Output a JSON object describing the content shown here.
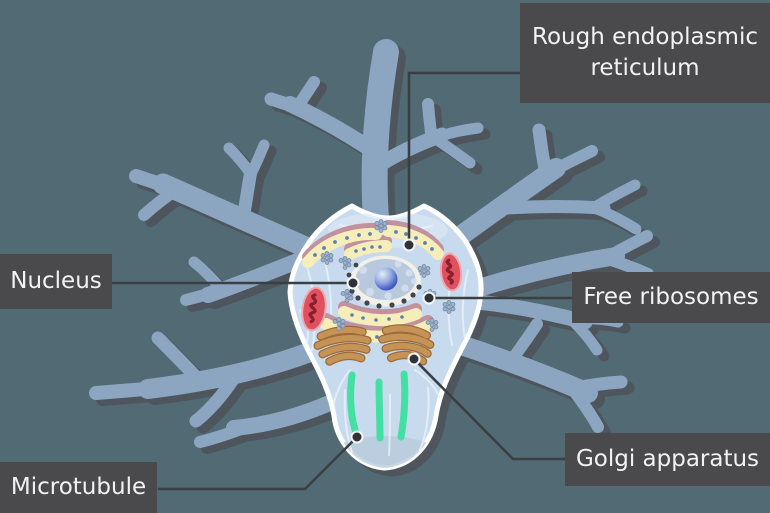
{
  "labels": {
    "rough_er": "Rough endoplasmic reticulum",
    "nucleus": "Nucleus",
    "free_ribosomes": "Free ribosomes",
    "golgi": "Golgi apparatus",
    "microtubule": "Microtubule"
  },
  "colors": {
    "background": "#516a73",
    "label_bg": "#4a4a4c",
    "label_text": "#f2f2f2",
    "dendrite": "#8ca6c1",
    "dendrite_shadow": "#4e555c",
    "soma_fill": "#c8dbee",
    "soma_rim": "#ffffff",
    "nucleus_rim": "#f2f0e9",
    "nucleus_fill": "#b9c9dd",
    "nucleolus": "#3e57b6",
    "er_membrane": "#f6eeb9",
    "er_edge": "#c2919e",
    "ribosome_dot": "#5d7fb2",
    "mitochondrion": "#df515f",
    "mitochondrion_cristae": "#8c1e2d",
    "golgi": "#c69357",
    "golgi_edge": "#9c6b39",
    "microtubule": "#43dfa3",
    "leader_line": "#3a3f44"
  }
}
